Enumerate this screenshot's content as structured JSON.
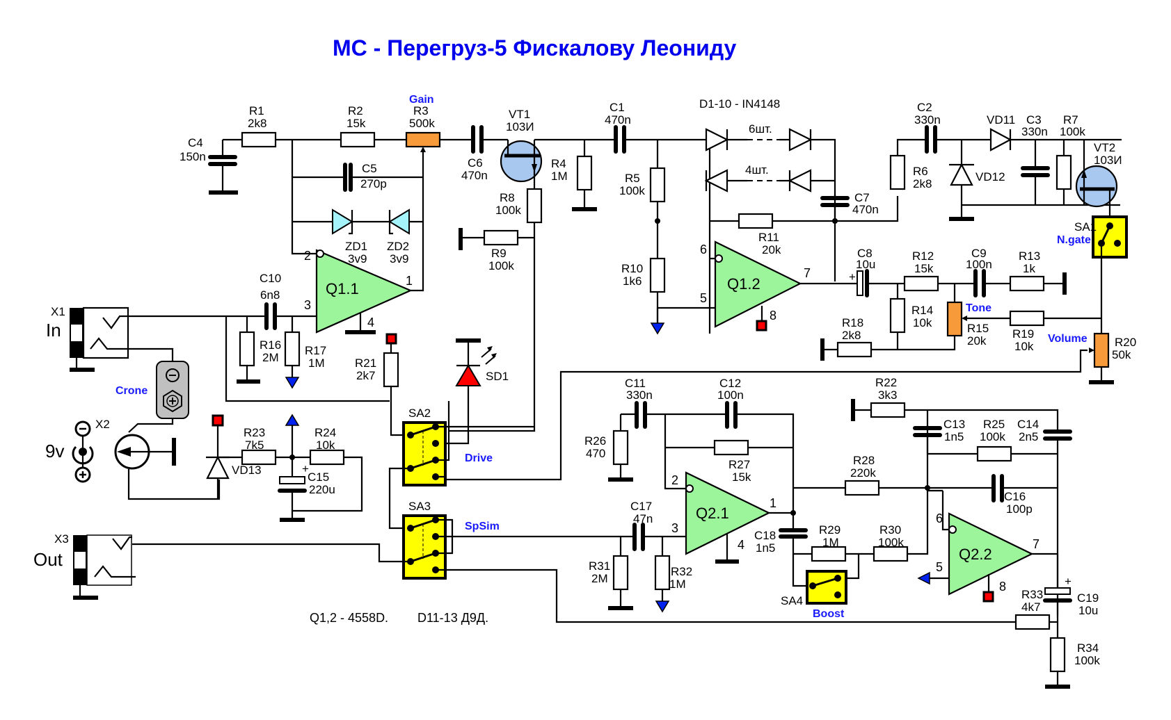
{
  "title": "МС - Перегруз-5 Фискалову Леониду",
  "notes": {
    "opamps": "Q1,2 - 4558D.",
    "diodes": "D11-13 Д9Д.",
    "diode_chain": "D1-10 - IN4148",
    "diode_count_fwd": "6шт.",
    "diode_count_rev": "4шт."
  },
  "connectors": {
    "x1": {
      "ref": "X1",
      "label": "In"
    },
    "x2": {
      "ref": "X2",
      "label": "9v"
    },
    "x3": {
      "ref": "X3",
      "label": "Out"
    },
    "battery": "Crone"
  },
  "controls": {
    "gain": "Gain",
    "tone": "Tone",
    "volume": "Volume",
    "ngate": "N.gate",
    "drive": "Drive",
    "spsim": "SpSim",
    "boost": "Boost"
  },
  "resistors": [
    {
      "ref": "R1",
      "value": "2k8"
    },
    {
      "ref": "R2",
      "value": "15k"
    },
    {
      "ref": "R3",
      "value": "500k"
    },
    {
      "ref": "R4",
      "value": "1M"
    },
    {
      "ref": "R5",
      "value": "100k"
    },
    {
      "ref": "R6",
      "value": "2k8"
    },
    {
      "ref": "R7",
      "value": "100k"
    },
    {
      "ref": "R8",
      "value": "100k"
    },
    {
      "ref": "R9",
      "value": "100k"
    },
    {
      "ref": "R10",
      "value": "1k6"
    },
    {
      "ref": "R11",
      "value": "20k"
    },
    {
      "ref": "R12",
      "value": "15k"
    },
    {
      "ref": "R13",
      "value": "1k"
    },
    {
      "ref": "R14",
      "value": "10k"
    },
    {
      "ref": "R15",
      "value": "20k"
    },
    {
      "ref": "R16",
      "value": "2M"
    },
    {
      "ref": "R17",
      "value": "1M"
    },
    {
      "ref": "R18",
      "value": "2k8"
    },
    {
      "ref": "R19",
      "value": "10k"
    },
    {
      "ref": "R20",
      "value": "50k"
    },
    {
      "ref": "R21",
      "value": "2k7"
    },
    {
      "ref": "R22",
      "value": "3k3"
    },
    {
      "ref": "R23",
      "value": "7k5"
    },
    {
      "ref": "R24",
      "value": "10k"
    },
    {
      "ref": "R25",
      "value": "100k"
    },
    {
      "ref": "R26",
      "value": "470"
    },
    {
      "ref": "R27",
      "value": "15k"
    },
    {
      "ref": "R28",
      "value": "220k"
    },
    {
      "ref": "R29",
      "value": "1M"
    },
    {
      "ref": "R30",
      "value": "100k"
    },
    {
      "ref": "R31",
      "value": "2M"
    },
    {
      "ref": "R32",
      "value": "1M"
    },
    {
      "ref": "R33",
      "value": "4k7"
    },
    {
      "ref": "R34",
      "value": "100k"
    }
  ],
  "capacitors": [
    {
      "ref": "C1",
      "value": "470n"
    },
    {
      "ref": "C2",
      "value": "330n"
    },
    {
      "ref": "C3",
      "value": "330n"
    },
    {
      "ref": "C4",
      "value": "150n"
    },
    {
      "ref": "C5",
      "value": "270p"
    },
    {
      "ref": "C6",
      "value": "470n"
    },
    {
      "ref": "C7",
      "value": "470n"
    },
    {
      "ref": "C8",
      "value": "10u"
    },
    {
      "ref": "C9",
      "value": "100n"
    },
    {
      "ref": "C10",
      "value": "6n8"
    },
    {
      "ref": "C11",
      "value": "330n"
    },
    {
      "ref": "C12",
      "value": "100n"
    },
    {
      "ref": "C13",
      "value": "1n5"
    },
    {
      "ref": "C14",
      "value": "2n5"
    },
    {
      "ref": "C15",
      "value": "220u"
    },
    {
      "ref": "C16",
      "value": "100p"
    },
    {
      "ref": "C17",
      "value": "47n"
    },
    {
      "ref": "C18",
      "value": "1n5"
    },
    {
      "ref": "C19",
      "value": "10u"
    }
  ],
  "semis": {
    "zd1": {
      "ref": "ZD1",
      "value": "3v9"
    },
    "zd2": {
      "ref": "ZD2",
      "value": "3v9"
    },
    "vt1": {
      "ref": "VT1",
      "value": "103И"
    },
    "vt2": {
      "ref": "VT2",
      "value": "103И"
    },
    "vd11": "VD11",
    "vd12": "VD12",
    "vd13": "VD13",
    "sd1": "SD1"
  },
  "opamps": {
    "q11": {
      "name": "Q1.1",
      "pins": [
        "2",
        "3",
        "1",
        "4"
      ]
    },
    "q12": {
      "name": "Q1.2",
      "pins": [
        "6",
        "5",
        "7",
        "8"
      ]
    },
    "q21": {
      "name": "Q2.1",
      "pins": [
        "2",
        "3",
        "1",
        "4"
      ]
    },
    "q22": {
      "name": "Q2.2",
      "pins": [
        "6",
        "5",
        "7",
        "8"
      ]
    }
  },
  "switches": {
    "sa1": "SA1",
    "sa2": "SA2",
    "sa3": "SA3",
    "sa4": "SA4"
  },
  "plus_sign": "+"
}
